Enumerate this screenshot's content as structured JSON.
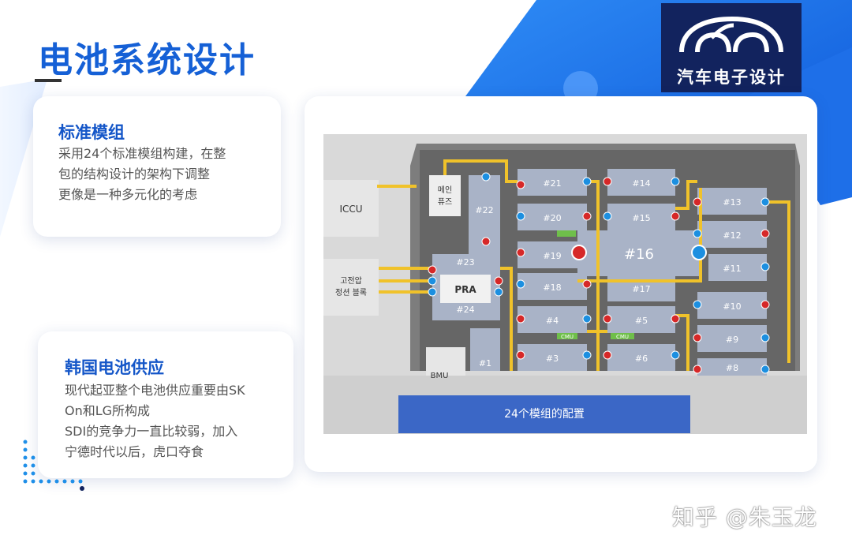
{
  "title": "电池系统设计",
  "logo": {
    "text": "汽车电子设计"
  },
  "card1": {
    "heading": "标准模组",
    "body": "采用24个标准模组构建，在整\n包的结构设计的架构下调整\n 更像是一种多元化的考虑"
  },
  "card2": {
    "heading": "韩国电池供应",
    "body": "现代起亚整个电池供应重要由SK\nOn和LG所构成\nSDI的竞争力一直比较弱，加入\n宁德时代以后，虎口夺食"
  },
  "diagram": {
    "caption": "24个模组的配置",
    "left_labels": {
      "iccu": "ICCU",
      "sensor_l1": "고전압",
      "sensor_l2": "정션 블록",
      "bmu": "BMU"
    },
    "fuse_l1": "메인",
    "fuse_l2": "퓨즈",
    "pra": "PRA",
    "cmu": "CMU",
    "modules": {
      "m1": "#1",
      "m3": "#3",
      "m4": "#4",
      "m5": "#5",
      "m6": "#6",
      "m8": "#8",
      "m9": "#9",
      "m10": "#10",
      "m11": "#11",
      "m12": "#12",
      "m13": "#13",
      "m14": "#14",
      "m15": "#15",
      "m16": "#16",
      "m17": "#17",
      "m18": "#18",
      "m19": "#19",
      "m20": "#20",
      "m21": "#21",
      "m22": "#22",
      "m23": "#23",
      "m24": "#24"
    }
  },
  "watermark": "知乎 @朱玉龙",
  "colors": {
    "title": "#1560d6",
    "accent_blue": "#1a73e8",
    "logo_bg": "#12235e",
    "caption_bg": "#3b67c6",
    "busbar": "#f0c22a"
  }
}
